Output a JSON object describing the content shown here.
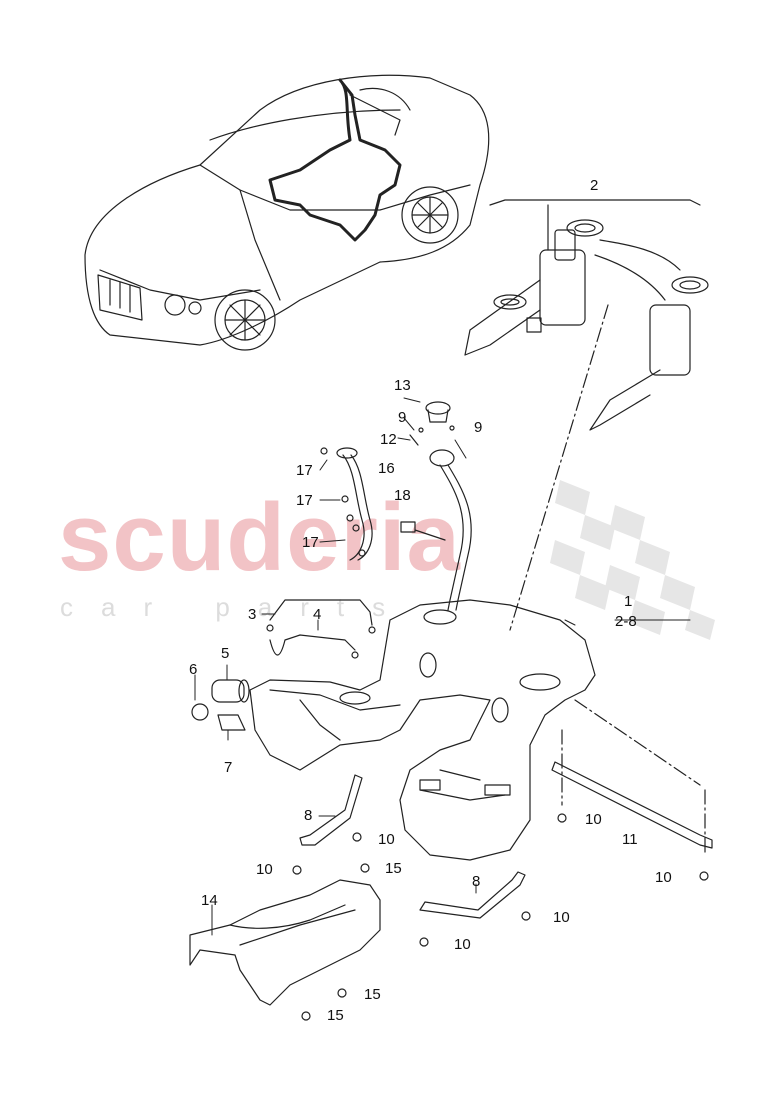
{
  "watermark": {
    "brand": "scuderia",
    "sub": "car parts",
    "color": "#f2c3c6"
  },
  "labels": {
    "l1": "1",
    "l1_range": "2-8",
    "l2": "2",
    "l3": "3",
    "l4": "4",
    "l5": "5",
    "l6": "6",
    "l7": "7",
    "l8a": "8",
    "l8b": "8",
    "l9a": "9",
    "l9b": "9",
    "l10a": "10",
    "l10b": "10",
    "l10c": "10",
    "l10d": "10",
    "l10e": "10",
    "l10f": "10",
    "l11": "11",
    "l12": "12",
    "l13": "13",
    "l14": "14",
    "l15a": "15",
    "l15b": "15",
    "l15c": "15",
    "l16": "16",
    "l17a": "17",
    "l17b": "17",
    "l17c": "17",
    "l18": "18"
  },
  "parts": [
    "vehicle-overview",
    "fuel-pump-assembly",
    "fuel-tank",
    "filler-neck",
    "fuel-filter",
    "heat-shield",
    "tensioning-strap",
    "rail"
  ]
}
